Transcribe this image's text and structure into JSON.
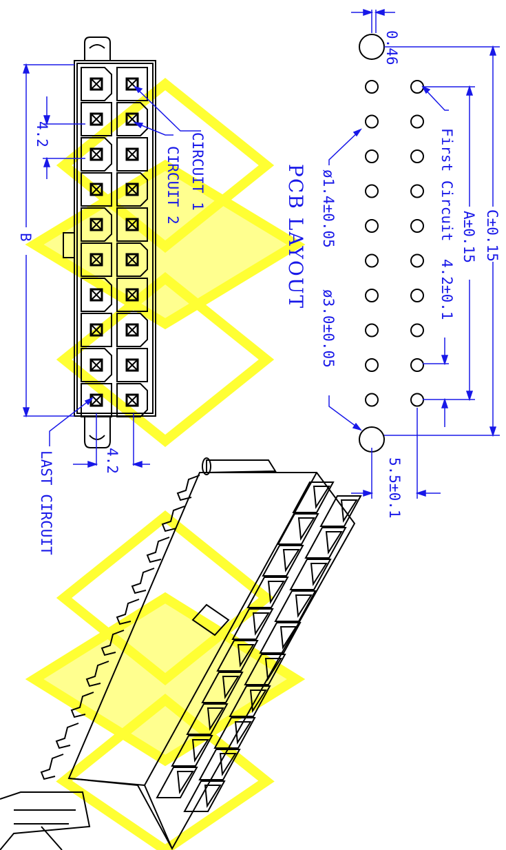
{
  "drawing": {
    "pcb_layout_title": "PCB LAYOUT",
    "labels": {
      "first_circuit": "First Circuit",
      "circuit_1": "CIRCUIT 1",
      "circuit_2": "CIRCUIT 2",
      "last_circuit": "LAST CIRCUIT"
    },
    "dimensions": {
      "pitch_vertical": "4.2",
      "pitch_horizontal": "4.2",
      "overall_b": "B",
      "peg_offset": "0.46",
      "c_tol": "C±0.15",
      "a_tol": "A±0.15",
      "pitch_tol": "4.2±0.1",
      "hole_small": "ø1.4±0.05",
      "hole_large": "ø3.0±0.05",
      "row_spacing": "5.5±0.1"
    }
  },
  "colors": {
    "line": "#000000",
    "dimension": "#1818e8",
    "watermark": "#ffff33"
  }
}
